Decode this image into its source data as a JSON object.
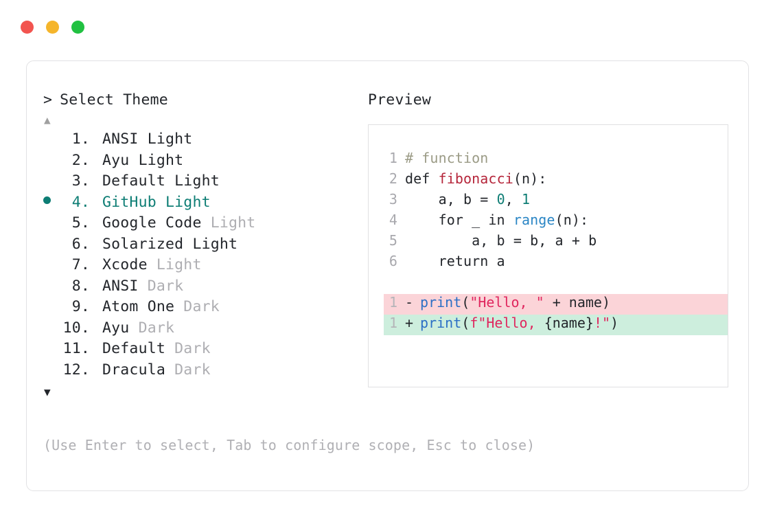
{
  "window": {
    "traffic_lights": [
      {
        "name": "close-button",
        "color": "#f2544f"
      },
      {
        "name": "minimize-button",
        "color": "#f5b52b"
      },
      {
        "name": "maximize-button",
        "color": "#21c141"
      }
    ]
  },
  "picker": {
    "prompt_caret": ">",
    "prompt_label": "Select Theme",
    "scroll_up_indicator": "▲",
    "scroll_down_indicator": "▼",
    "selected_index": 4,
    "selection_bullet": "●",
    "selected_color": "#0d7d74",
    "items": [
      {
        "number": "1.",
        "name": "ANSI",
        "suffix": "Light",
        "suffix_dim": false,
        "selected": false
      },
      {
        "number": "2.",
        "name": "Ayu",
        "suffix": "Light",
        "suffix_dim": false,
        "selected": false
      },
      {
        "number": "3.",
        "name": "Default",
        "suffix": "Light",
        "suffix_dim": false,
        "selected": false
      },
      {
        "number": "4.",
        "name": "GitHub",
        "suffix": "Light",
        "suffix_dim": false,
        "selected": true
      },
      {
        "number": "5.",
        "name": "Google Code",
        "suffix": "Light",
        "suffix_dim": true,
        "selected": false
      },
      {
        "number": "6.",
        "name": "Solarized",
        "suffix": "Light",
        "suffix_dim": false,
        "selected": false
      },
      {
        "number": "7.",
        "name": "Xcode",
        "suffix": "Light",
        "suffix_dim": true,
        "selected": false
      },
      {
        "number": "8.",
        "name": "ANSI",
        "suffix": "Dark",
        "suffix_dim": true,
        "selected": false
      },
      {
        "number": "9.",
        "name": "Atom One",
        "suffix": "Dark",
        "suffix_dim": true,
        "selected": false
      },
      {
        "number": "10.",
        "name": "Ayu",
        "suffix": "Dark",
        "suffix_dim": true,
        "selected": false
      },
      {
        "number": "11.",
        "name": "Default",
        "suffix": "Dark",
        "suffix_dim": true,
        "selected": false
      },
      {
        "number": "12.",
        "name": "Dracula",
        "suffix": "Dark",
        "suffix_dim": true,
        "selected": false
      }
    ],
    "hint": "(Use Enter to select, Tab to configure scope, Esc to close)"
  },
  "preview": {
    "label": "Preview",
    "code_lines": [
      {
        "ln": "1",
        "tokens": [
          {
            "t": "# function",
            "c": "comment"
          }
        ]
      },
      {
        "ln": "2",
        "tokens": [
          {
            "t": "def ",
            "c": "kw"
          },
          {
            "t": "fibonacci",
            "c": "fn"
          },
          {
            "t": "(n):",
            "c": "plain"
          }
        ]
      },
      {
        "ln": "3",
        "tokens": [
          {
            "t": "    a, b = ",
            "c": "plain"
          },
          {
            "t": "0",
            "c": "num"
          },
          {
            "t": ", ",
            "c": "plain"
          },
          {
            "t": "1",
            "c": "num"
          }
        ]
      },
      {
        "ln": "4",
        "tokens": [
          {
            "t": "    for _ in ",
            "c": "plain"
          },
          {
            "t": "range",
            "c": "builtin"
          },
          {
            "t": "(n):",
            "c": "plain"
          }
        ]
      },
      {
        "ln": "5",
        "tokens": [
          {
            "t": "        a, b = b, a + b",
            "c": "plain"
          }
        ]
      },
      {
        "ln": "6",
        "tokens": [
          {
            "t": "    return a",
            "c": "plain"
          }
        ]
      }
    ],
    "diff_lines": [
      {
        "ln": "1",
        "sign": "-",
        "kind": "minus",
        "bg": "#fbd4d8",
        "tokens": [
          {
            "t": "print",
            "c": "print"
          },
          {
            "t": "(",
            "c": "plain"
          },
          {
            "t": "\"Hello, \"",
            "c": "str"
          },
          {
            "t": " + name)",
            "c": "plain"
          }
        ]
      },
      {
        "ln": "1",
        "sign": "+",
        "kind": "plus",
        "bg": "#cdeedd",
        "tokens": [
          {
            "t": "print",
            "c": "print"
          },
          {
            "t": "(",
            "c": "plain"
          },
          {
            "t": "f\"Hello, ",
            "c": "str"
          },
          {
            "t": "{name}",
            "c": "plain"
          },
          {
            "t": "!\"",
            "c": "str"
          },
          {
            "t": ")",
            "c": "plain"
          }
        ]
      }
    ]
  }
}
